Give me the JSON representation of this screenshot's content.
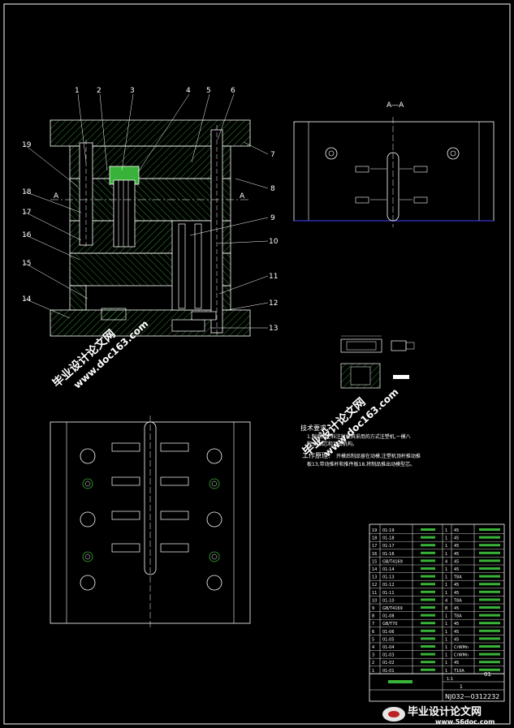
{
  "callouts": [
    "1",
    "2",
    "3",
    "4",
    "5",
    "6",
    "7",
    "8",
    "9",
    "10",
    "11",
    "12",
    "13",
    "14",
    "15",
    "16",
    "17",
    "18",
    "19"
  ],
  "section_label": "A—A",
  "section_marks": [
    "A",
    "A"
  ],
  "notes": {
    "req_title": "技术要求",
    "req_text_1": "1.制品为塑料注射模具采用的方式注塑机,一模八",
    "req_text_2": "腔,侧抽芯和顶出机构。",
    "principle_title": "工作原理:",
    "principle_text_1": "开模后制品留在动模,注塑机顶杆推动推",
    "principle_text_2": "板13,带动推杆和推件板18,将制品推出动模型芯。"
  },
  "title_block": {
    "drawing_number": "NJ032—0312232",
    "scale": "1:1",
    "sheet": "1",
    "quantity": "01",
    "rows": [
      [
        "19",
        "01-19",
        "",
        "1",
        "45",
        "",
        ""
      ],
      [
        "18",
        "01-18",
        "",
        "1",
        "45",
        "",
        ""
      ],
      [
        "17",
        "01-17",
        "",
        "1",
        "45",
        "",
        ""
      ],
      [
        "16",
        "01-16",
        "",
        "1",
        "45",
        "",
        ""
      ],
      [
        "15",
        "GB/T4169",
        "",
        "4",
        "45",
        "",
        ""
      ],
      [
        "14",
        "01-14",
        "",
        "1",
        "45",
        "",
        ""
      ],
      [
        "13",
        "01-13",
        "",
        "1",
        "T8A",
        "",
        ""
      ],
      [
        "12",
        "01-12",
        "",
        "1",
        "45",
        "",
        ""
      ],
      [
        "11",
        "01-11",
        "",
        "1",
        "45",
        "",
        ""
      ],
      [
        "10",
        "01-10",
        "",
        "4",
        "T8A",
        "",
        ""
      ],
      [
        "9",
        "GB/T4169",
        "",
        "8",
        "45",
        "",
        ""
      ],
      [
        "8",
        "01-08",
        "",
        "1",
        "T8A",
        "",
        ""
      ],
      [
        "7",
        "GB/T70",
        "",
        "1",
        "45",
        "",
        ""
      ],
      [
        "6",
        "01-06",
        "",
        "1",
        "45",
        "",
        ""
      ],
      [
        "5",
        "01-05",
        "",
        "1",
        "45",
        "",
        ""
      ],
      [
        "4",
        "01-04",
        "",
        "1",
        "CrWMn",
        "",
        ""
      ],
      [
        "3",
        "01-03",
        "",
        "1",
        "CrWMn",
        "",
        ""
      ],
      [
        "2",
        "01-02",
        "",
        "1",
        "45",
        "",
        ""
      ],
      [
        "1",
        "01-01",
        "",
        "1",
        "T10A",
        "",
        ""
      ]
    ]
  },
  "watermarks": {
    "cn": "毕业设计论文网",
    "url": "www.doc163.com",
    "logo_cn": "毕业设计论文网",
    "logo_url": "www.56doc.com"
  }
}
